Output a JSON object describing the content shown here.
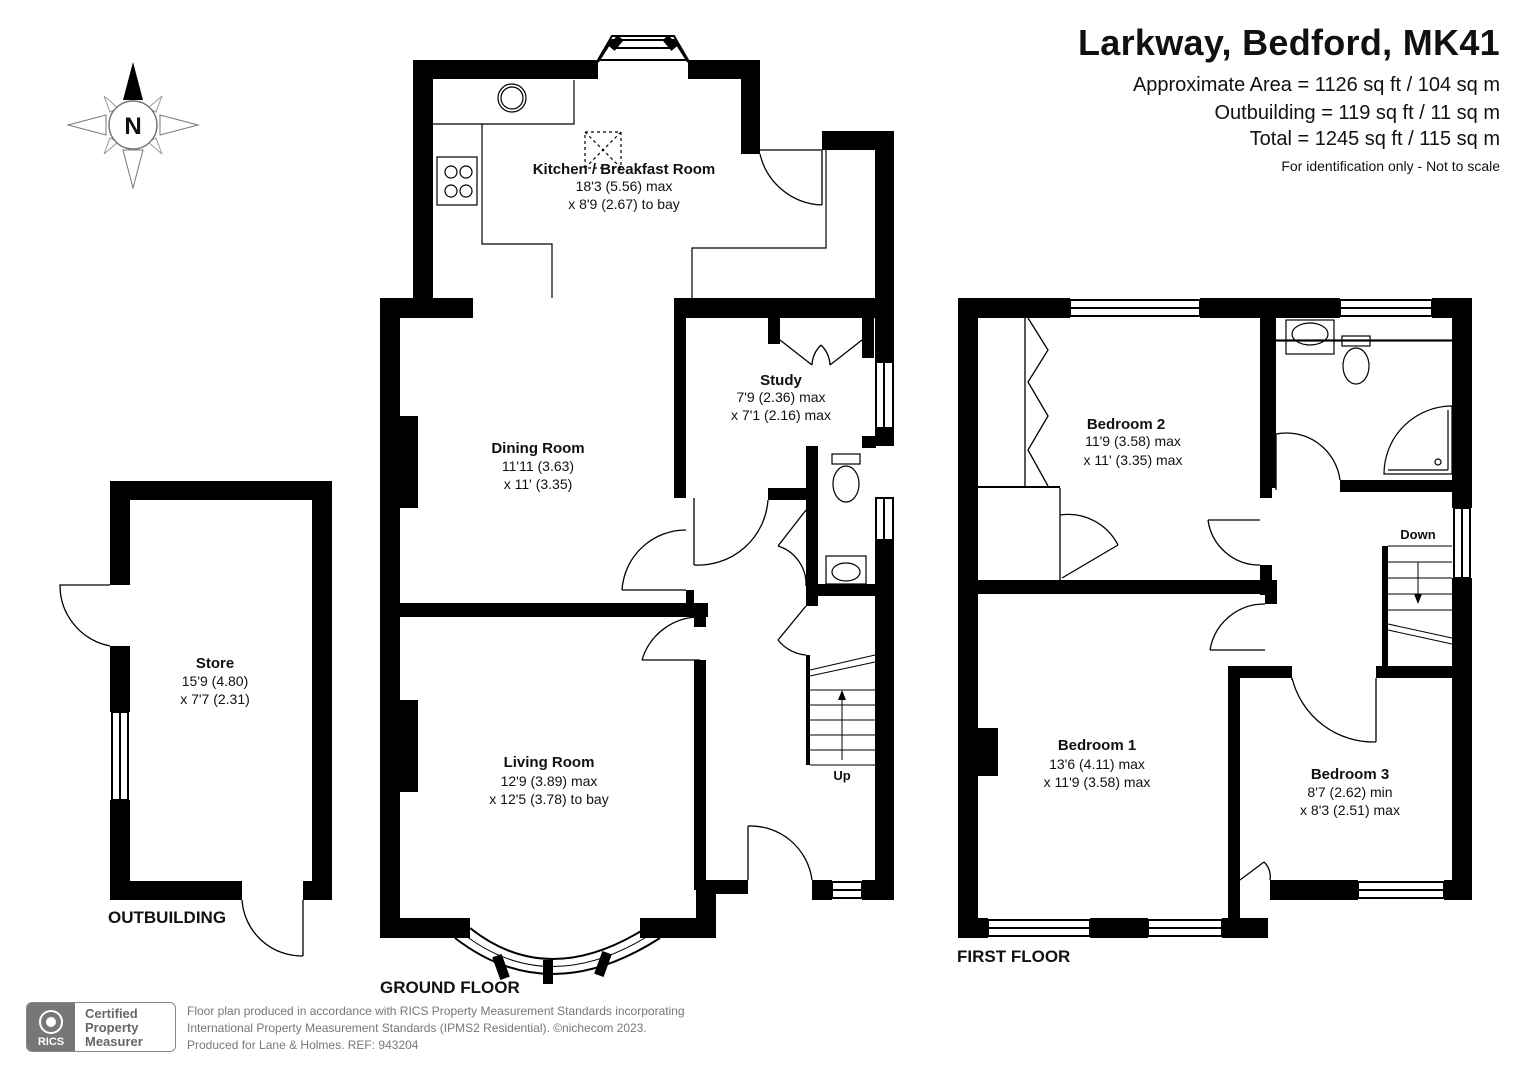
{
  "header": {
    "title": "Larkway, Bedford, MK41",
    "area_line": "Approximate Area = 1126 sq ft / 104 sq m",
    "outbuilding_line": "Outbuilding = 119 sq ft / 11 sq m",
    "total_line": "Total = 1245 sq ft / 115 sq m",
    "note": "For identification only - Not to scale"
  },
  "compass": {
    "label": "N"
  },
  "floors": {
    "ground": "GROUND FLOOR",
    "first": "FIRST FLOOR",
    "outbuilding": "OUTBUILDING"
  },
  "rooms": {
    "kitchen": {
      "name": "Kitchen / Breakfast Room",
      "dim1": "18'3 (5.56) max",
      "dim2": "x 8'9 (2.67) to bay"
    },
    "study": {
      "name": "Study",
      "dim1": "7'9 (2.36) max",
      "dim2": "x 7'1 (2.16) max"
    },
    "dining": {
      "name": "Dining Room",
      "dim1": "11'11 (3.63)",
      "dim2": "x 11' (3.35)"
    },
    "living": {
      "name": "Living Room",
      "dim1": "12'9 (3.89) max",
      "dim2": "x 12'5 (3.78) to bay"
    },
    "store": {
      "name": "Store",
      "dim1": "15'9 (4.80)",
      "dim2": "x 7'7 (2.31)"
    },
    "bedroom2": {
      "name": "Bedroom 2",
      "dim1": "11'9 (3.58) max",
      "dim2": "x 11' (3.35) max"
    },
    "bedroom1": {
      "name": "Bedroom 1",
      "dim1": "13'6 (4.11) max",
      "dim2": "x 11'9 (3.58) max"
    },
    "bedroom3": {
      "name": "Bedroom 3",
      "dim1": "8'7 (2.62) min",
      "dim2": "x 8'3 (2.51) max"
    }
  },
  "stairs": {
    "up": "Up",
    "down": "Down"
  },
  "footer": {
    "line1": "Floor plan produced in accordance with RICS Property Measurement Standards incorporating",
    "line2": "International Property Measurement Standards (IPMS2 Residential).  ©nichecom 2023.",
    "line3": "Produced for Lane & Holmes.   REF:  943204"
  },
  "badge": {
    "logo": "RICS",
    "line1": "Certified",
    "line2": "Property",
    "line3": "Measurer"
  }
}
